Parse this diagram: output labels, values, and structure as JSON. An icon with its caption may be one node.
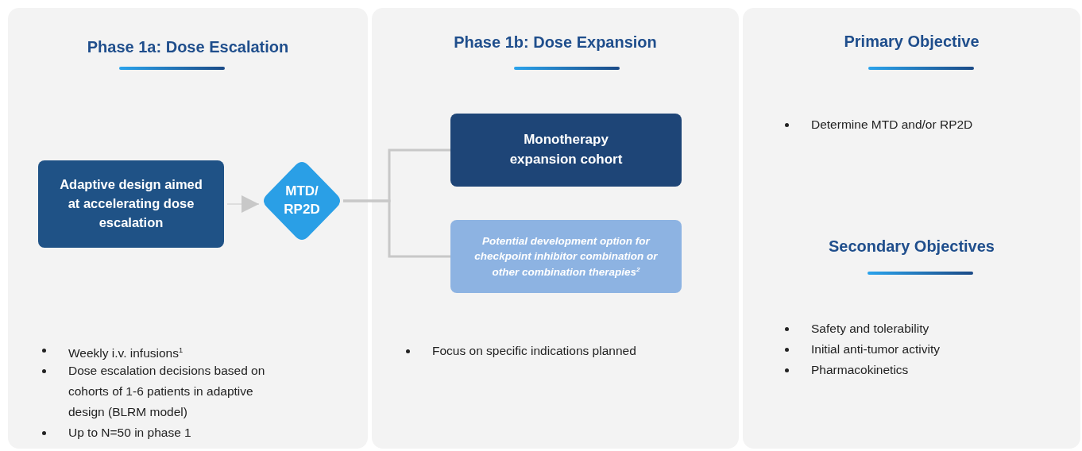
{
  "diagram": {
    "nodes": [
      {
        "text": [
          "Phase 1a: Dose Escalation",
          "Weekly i.v. infusions$^{1}$",
          "Dose escalation decisions based on cohorts of 1-6 patients in adaptive design (BLRM model)",
          "Up to N=50 in phase 1"
        ]
      },
      {
        "text": [
          "Adaptive design aimed at accelerating dose escalation"
        ],
        "in": 0
      },
      {
        "text": [
          "MTD/ RP2D"
        ],
        "in": 0
      },
      {
        "text": [
          "Phase 1b: Dose Expansion",
          "Focus on specific indications planned"
        ]
      },
      {
        "text": [
          "Monotherapy expansion cohort"
        ],
        "in": 3
      },
      {
        "text": [
          "Potential development option for checkpoint inhibitor combination or other combination therapies$^{2}$"
        ],
        "in": 3
      },
      {
        "text": [
          "Primary Objective",
          "Determine MTD and/or RP2D",
          "Secondary Objectives",
          "Safety and tolerability",
          "Initial anti-tumor activity",
          "Pharmacokinetics"
        ]
      }
    ],
    "edges": [
      {
        "from": 1,
        "to": 2,
        "arrow": "to"
      },
      {
        "from": 2,
        "to": 4,
        "arrow": "none"
      },
      {
        "from": 2,
        "to": 5,
        "arrow": "none"
      }
    ]
  }
}
